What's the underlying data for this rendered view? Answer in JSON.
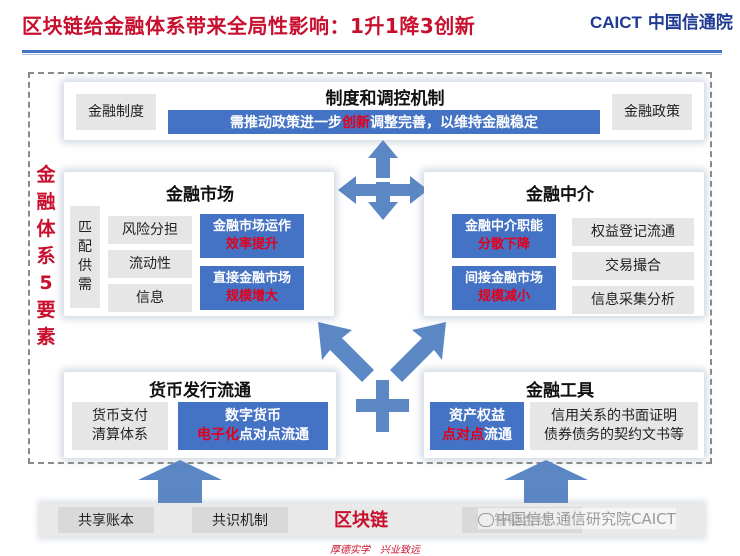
{
  "title": "区块链给金融体系带来全局性影响：1升1降3创新",
  "logo": {
    "caict": "CAICT",
    "cn": "中国信通院"
  },
  "side_label": [
    "金",
    "融",
    "体",
    "系",
    "5",
    "要",
    "素"
  ],
  "regulation": {
    "heading": "制度和调控机制",
    "left": "金融制度",
    "right": "金融政策",
    "bar_before": "需推动政策进一步",
    "bar_highlight": "创新",
    "bar_after": "调整完善，以维持金融稳定"
  },
  "market": {
    "heading": "金融市场",
    "match": [
      "匹",
      "配",
      "供",
      "需"
    ],
    "items": [
      "风险分担",
      "流动性",
      "信息"
    ],
    "box1_line1": "金融市场运作",
    "box1_line2": "效率提升",
    "box2_line1": "直接金融市场",
    "box2_line2": "规模增大"
  },
  "intermediary": {
    "heading": "金融中介",
    "items": [
      "权益登记流通",
      "交易撮合",
      "信息采集分析"
    ],
    "box1_line1": "金融中介职能",
    "box1_line2": "分散下降",
    "box2_line1": "间接金融市场",
    "box2_line2": "规模减小"
  },
  "currency": {
    "heading": "货币发行流通",
    "left_line1": "货币支付",
    "left_line2": "清算体系",
    "box_line1": "数字货币",
    "box_hl": "电子化",
    "box_rest": "点对点流通"
  },
  "tools": {
    "heading": "金融工具",
    "box_line1": "资产权益",
    "box_hl": "点对点",
    "box_rest": "流通",
    "right_line1": "信用关系的书面证明",
    "right_line2": "债券债务的契约文书等"
  },
  "blockchain": {
    "label": "区块链",
    "chips": [
      "共享账本",
      "共识机制",
      "智能合约"
    ]
  },
  "watermark": "中国信息通信研究院CAICT",
  "motto": "厚德实学　兴业致远",
  "colors": {
    "accent": "#4472c4",
    "red": "#c8102e",
    "arrow": "#5b87c5"
  }
}
